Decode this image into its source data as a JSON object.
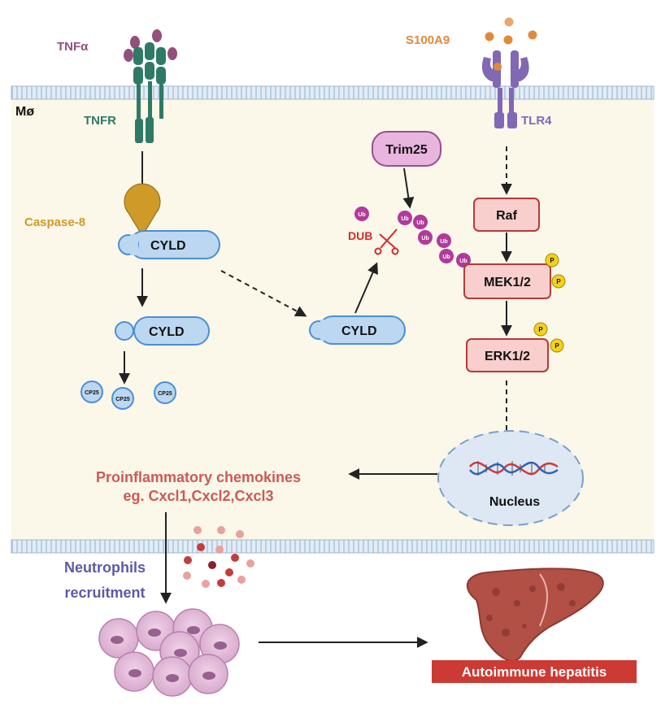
{
  "colors": {
    "cell_bg": "#fbf7e9",
    "membrane": "#b9cde0",
    "box_fill": "#f8cfcc",
    "box_border": "#b33a3a",
    "cyld_fill": "#bcd7f1",
    "cyld_border": "#4c8fd1",
    "ub": "#b13a9a",
    "phospho": "#f4d21a",
    "caspase": "#cf9a27",
    "tnf": "#92507a",
    "tnfr": "#2f7a66",
    "s100": "#e08a3c",
    "tlr4": "#8168b4",
    "dub": "#d52a2a",
    "chemokine_text": "#cc5a55",
    "neutrophil_text": "#5c5aa4",
    "liver": "#b25045",
    "hepatitis_banner": "#cc3a33"
  },
  "labels": {
    "tnfa": "TNFα",
    "tnfr": "TNFR",
    "s100a9": "S100A9",
    "tlr4": "TLR4",
    "cell": "Mø",
    "caspase8": "Caspase-8",
    "cyld": "CYLD",
    "cp25": "CP25",
    "trim25": "Trim25",
    "ub": "Ub",
    "dub": "DUB",
    "raf": "Raf",
    "mek": "MEK1/2",
    "erk": "ERK1/2",
    "p": "P",
    "nucleus": "Nucleus",
    "chemokines_line1": "Proinflammatory chemokines",
    "chemokines_line2": "eg. Cxcl1,Cxcl2,Cxcl3",
    "neutrophils_line1": "Neutrophils",
    "neutrophils_line2": "recruitment",
    "hepatitis": "Autoimmune hepatitis"
  }
}
